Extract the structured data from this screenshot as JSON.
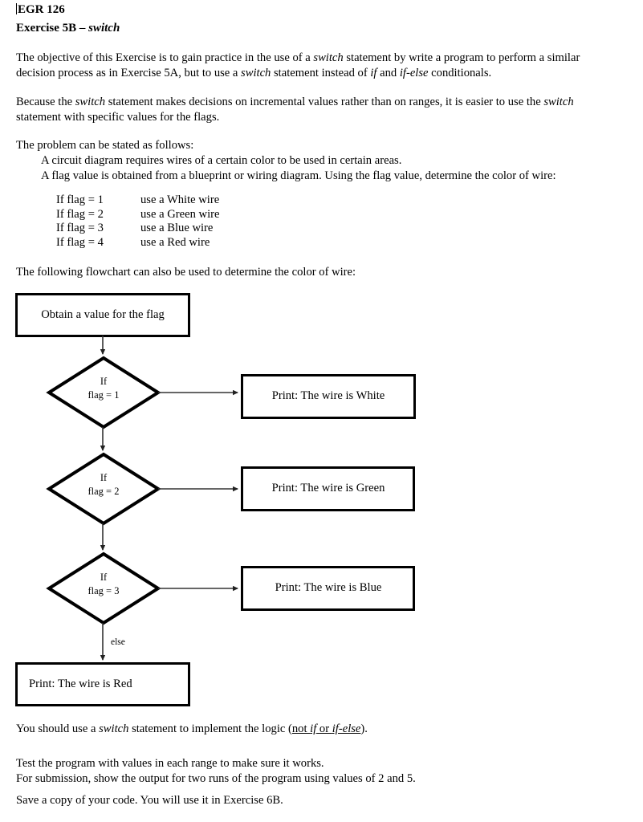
{
  "document": {
    "course": "EGR 126",
    "exercise_title_prefix": "Exercise 5B – ",
    "exercise_title_keyword": "switch",
    "paragraphs": {
      "objective_1a": "The objective of this Exercise is to gain practice in the use of a ",
      "objective_1b": "switch",
      "objective_1c": " statement by write a program to perform a similar",
      "objective_2a": "decision process as in Exercise 5A, but to use a ",
      "objective_2b": "switch",
      "objective_2c": " statement instead of ",
      "objective_2d": "if",
      "objective_2e": " and  ",
      "objective_2f": "if-else",
      "objective_2g": " conditionals.",
      "because_1a": "Because the ",
      "because_1b": "switch",
      "because_1c": " statement makes decisions on incremental values rather than on ranges, it is easier to use the ",
      "because_1d": "switch",
      "because_2": "statement with specific values for the flags.",
      "problem_header": "The problem can be stated as follows:",
      "problem_line_1": "A circuit diagram requires wires of a certain color to be used in certain areas.",
      "problem_line_2": "A flag value is obtained from a blueprint or wiring diagram. Using the flag value, determine the color of wire:",
      "flowchart_intro": "The following flowchart can also be used to determine the color of wire:",
      "closing_1a": "You should use a ",
      "closing_1b": "switch",
      "closing_1c": " statement to implement the logic (",
      "closing_1d": "not  ",
      "closing_1e": "if",
      "closing_1f": " or ",
      "closing_1g": "if-else",
      "closing_1h": ").",
      "test_line_1": "Test the program with values in each range to make sure it works.",
      "test_line_2": "For submission, show the output for two runs of the program using values of 2 and 5.",
      "save_line": "Save a copy of your code.  You will use it in Exercise 6B."
    },
    "flag_table": {
      "rows": [
        {
          "condition": "If  flag = 1",
          "action": "use a White wire"
        },
        {
          "condition": "If  flag = 2",
          "action": "use a Green wire"
        },
        {
          "condition": "If  flag = 3",
          "action": "use a Blue wire"
        },
        {
          "condition": "If  flag = 4",
          "action": "use a Red wire"
        }
      ]
    },
    "flowchart": {
      "start_box": "Obtain a value for the flag",
      "decision_1_line_1": "If",
      "decision_1_line_2": "flag = 1",
      "output_1": "Print:  The wire is White",
      "decision_2_line_1": "If",
      "decision_2_line_2": "flag = 2",
      "output_2": "Print:  The wire is Green",
      "decision_3_line_1": "If",
      "decision_3_line_2": "flag = 3",
      "output_3": "Print:  The wire is Blue",
      "else_label": "else",
      "output_else": "Print:  The wire is Red"
    }
  },
  "colors": {
    "page_background": "#ffffff",
    "text": "#000000",
    "shape_stroke": "#000000",
    "connector_stroke": "#333333"
  }
}
